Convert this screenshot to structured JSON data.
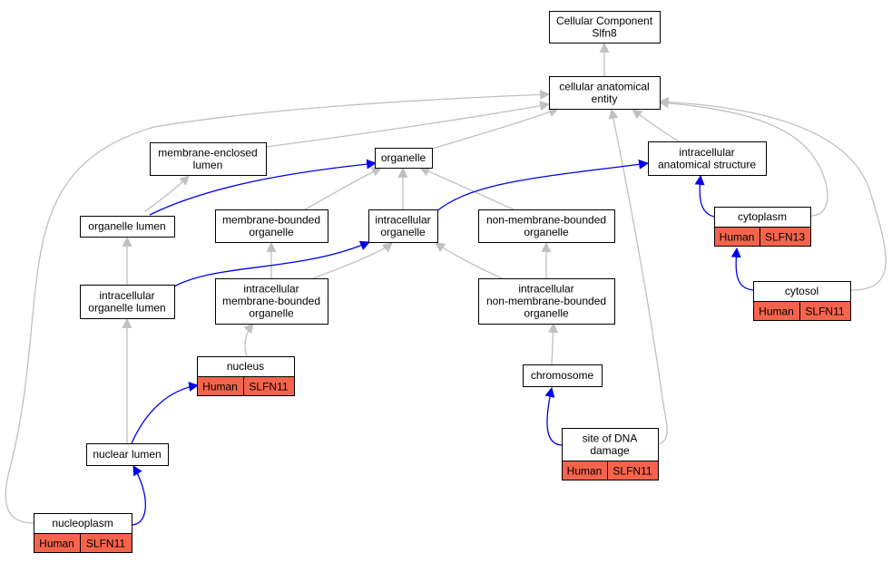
{
  "colors": {
    "background": "#ffffff",
    "node_border": "#000000",
    "edge_is_a": "#c0c0c0",
    "edge_part_of": "#0000ee",
    "annotation_fill": "#f4644c"
  },
  "nodes": {
    "root": {
      "lines": [
        "Cellular Component",
        "Slfn8"
      ]
    },
    "cae": {
      "lines": [
        "cellular anatomical",
        "entity"
      ]
    },
    "mel": {
      "lines": [
        "membrane-enclosed",
        "lumen"
      ]
    },
    "org": {
      "lines": [
        "organelle"
      ]
    },
    "ias": {
      "lines": [
        "intracellular",
        "anatomical structure"
      ]
    },
    "orgl": {
      "lines": [
        "organelle lumen"
      ]
    },
    "mbo": {
      "lines": [
        "membrane-bounded",
        "organelle"
      ]
    },
    "io": {
      "lines": [
        "intracellular",
        "organelle"
      ]
    },
    "nmbo": {
      "lines": [
        "non-membrane-bounded",
        "organelle"
      ]
    },
    "cyto": {
      "lines": [
        "cytoplasm"
      ],
      "species": "Human",
      "gene": "SLFN13"
    },
    "iol": {
      "lines": [
        "intracellular",
        "organelle lumen"
      ]
    },
    "imbo": {
      "lines": [
        "intracellular",
        "membrane-bounded",
        "organelle"
      ]
    },
    "inmbo": {
      "lines": [
        "intracellular",
        "non-membrane-bounded",
        "organelle"
      ]
    },
    "cytosol": {
      "lines": [
        "cytosol"
      ],
      "species": "Human",
      "gene": "SLFN11"
    },
    "nucleus": {
      "lines": [
        "nucleus"
      ],
      "species": "Human",
      "gene": "SLFN11"
    },
    "chrom": {
      "lines": [
        "chromosome"
      ]
    },
    "nlumen": {
      "lines": [
        "nuclear lumen"
      ]
    },
    "sdd": {
      "lines": [
        "site of DNA",
        "damage"
      ],
      "species": "Human",
      "gene": "SLFN11"
    },
    "nplasm": {
      "lines": [
        "nucleoplasm"
      ],
      "species": "Human",
      "gene": "SLFN11"
    }
  }
}
